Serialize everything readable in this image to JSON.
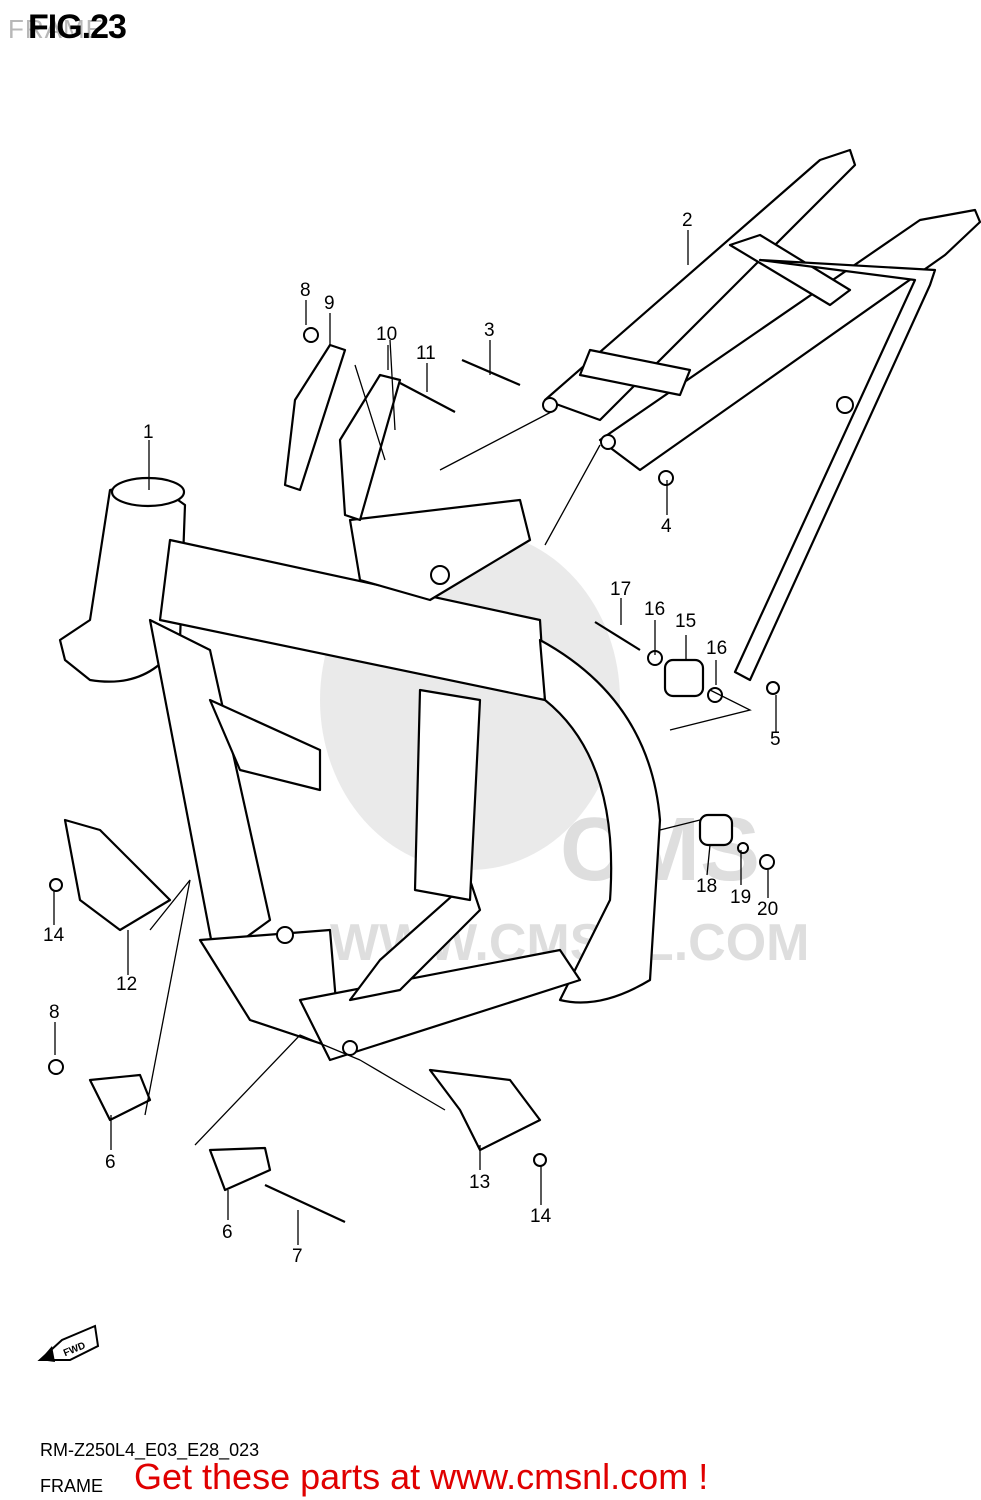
{
  "header": {
    "fig_label": "FIG.23",
    "section_title": "FRAME"
  },
  "watermark": {
    "text": "WWW.CMSNL.COM",
    "logo_text": "CMS"
  },
  "callouts": {
    "c1": "1",
    "c2": "2",
    "c3": "3",
    "c4": "4",
    "c5": "5",
    "c6a": "6",
    "c6b": "6",
    "c7": "7",
    "c8a": "8",
    "c8b": "8",
    "c9": "9",
    "c10": "10",
    "c11": "11",
    "c12": "12",
    "c13": "13",
    "c14a": "14",
    "c14b": "14",
    "c15": "15",
    "c16a": "16",
    "c16b": "16",
    "c17": "17",
    "c18": "18",
    "c19": "19",
    "c20": "20"
  },
  "fwd_label": "FWD",
  "footer": {
    "code": "RM-Z250L4_E03_E28_023",
    "title": "FRAME",
    "promo": "Get these parts at www.cmsnl.com !"
  },
  "colors": {
    "promo": "#e00000",
    "watermark": "#d9d9d9"
  }
}
